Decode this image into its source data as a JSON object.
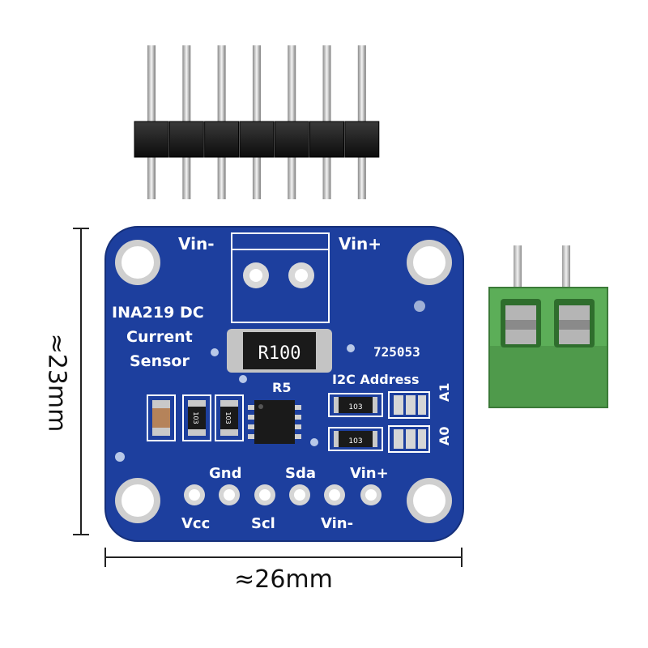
{
  "board": {
    "title_line1": "INA219 DC",
    "title_line2": "Current",
    "title_line3": "Sensor",
    "vin_minus_top": "Vin-",
    "vin_plus_top": "Vin+",
    "shunt_label": "R100",
    "shunt_ref": "R5",
    "code": "725053",
    "i2c_label": "I2C Address",
    "a1_label": "A1",
    "a0_label": "A0",
    "resistor_code": "103",
    "pins_top": [
      "Gnd",
      "Sda",
      "Vin+"
    ],
    "pins_bottom": [
      "Vcc",
      "Scl",
      "Vin-"
    ],
    "colors": {
      "pcb": "#1d3f9e",
      "silk": "#ffffff",
      "pad": "#d6d6d6",
      "terminal": "#5cae58"
    }
  },
  "dimensions": {
    "height_label": "≈23mm",
    "width_label": "≈26mm"
  },
  "accessories": {
    "header_pin_count": 7,
    "terminal_positions": 2
  }
}
